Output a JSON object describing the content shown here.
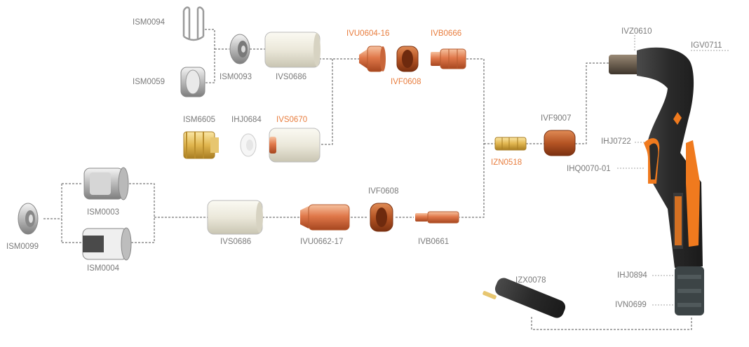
{
  "labels": {
    "ism0094": "ISM0094",
    "ism0059": "ISM0059",
    "ism0093": "ISM0093",
    "ivs0686_top": "IVS0686",
    "ivu0604_16": "IVU0604-16",
    "ivb0666": "IVB0666",
    "ivf0608_top": "IVF0608",
    "ism6605": "ISM6605",
    "ihj0684": "IHJ0684",
    "ivs0670": "IVS0670",
    "izn0518": "IZN0518",
    "ivf9007": "IVF9007",
    "ivz0610": "IVZ0610",
    "igv0711": "IGV0711",
    "ihj0722": "IHJ0722",
    "ihq0070_01": "IHQ0070-01",
    "ism0003": "ISM0003",
    "ism0004": "ISM0004",
    "ism0099": "ISM0099",
    "ivs0686_bottom": "IVS0686",
    "ivu0662_17": "IVU0662-17",
    "ivf0608_bottom": "IVF0608",
    "ivb0661": "IVB0661",
    "ihj0894": "IHJ0894",
    "ivn0699": "IVN0699",
    "izx0078": "IZX0078"
  },
  "colors": {
    "standard_label": "#7a7a7a",
    "highlight_label": "#e87d3e",
    "copper": "#d9703c",
    "ceramic": "#ece9dc",
    "silver": "#c9c9c9",
    "torch_body": "#2f2f2f",
    "torch_accent": "#f07a1e"
  }
}
